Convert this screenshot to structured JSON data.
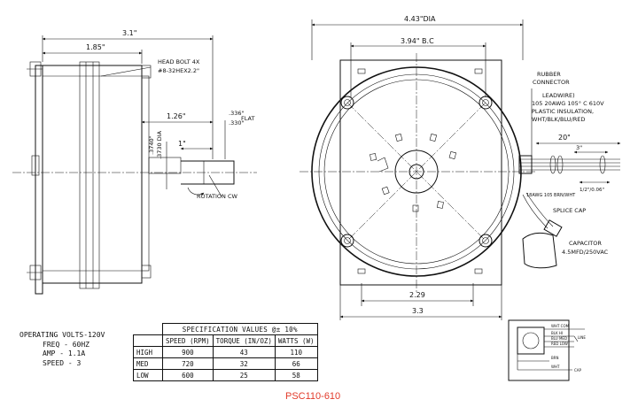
{
  "title": "PSC110-610",
  "dimensions": {
    "overall_length": "3.1\"",
    "body_length": "1.85\"",
    "shaft_length": "1.26\"",
    "shaft_flat_length": "1\"",
    "flat_upper": ".336\"",
    "flat_lower": ".330\"",
    "flat_label": "FLAT",
    "shaft_dia_upper": ".3740\"",
    "shaft_dia_lower": ".3730 DIA",
    "outer_dia": "4.43\"DIA",
    "bolt_circle": "3.94\" B.C",
    "mount_inner": "2.29",
    "mount_outer": "3.3",
    "lead_length": "20\"",
    "lead_end": "3\"",
    "strip_length": "1/2\"/0.06\""
  },
  "labels": {
    "head_bolt_line1": "HEAD BOLT 4X",
    "head_bolt_line2": "#8-32HEX2.2\"",
    "rotation": "ROTATION CW",
    "rubber_connector_line1": "RUBBER",
    "rubber_connector_line2": "CONNECTOR",
    "leadwire_line1": "LEADWIRE)",
    "leadwire_line2": "105 20AWG 105° C 610V",
    "leadwire_line3": "PLASTIC INSULATION,",
    "leadwire_line4": "WHT/BLK/BLU/RED",
    "wire_awg": "18AWG 105 BRN/WHT",
    "splice_cap": "SPLICE CAP",
    "capacitor_line1": "CAPACITOR",
    "capacitor_line2": "4.5MFD/250VAC"
  },
  "operating": {
    "volts": "OPERATING VOLTS-120V",
    "freq": "FREQ - 60HZ",
    "amp": "AMP - 1.1A",
    "speed": "SPEED - 3"
  },
  "spec_table": {
    "title": "SPECIFICATION VALUES  @± 10%",
    "headers": [
      "SPEED (RPM)",
      "TORQUE (IN/OZ)",
      "WATTS (W)"
    ],
    "rows": [
      {
        "label": "HIGH",
        "speed": "900",
        "torque": "43",
        "watts": "110"
      },
      {
        "label": "MED",
        "speed": "720",
        "torque": "32",
        "watts": "66"
      },
      {
        "label": "LOW",
        "speed": "600",
        "torque": "25",
        "watts": "58"
      }
    ]
  },
  "schematic": {
    "com": "WHT COM",
    "line": "LINE",
    "high": "BLK HI",
    "med": "BLU MED",
    "low": "RED LOW",
    "brn": "BRN",
    "wht": "WHT",
    "cap": "CAP"
  }
}
